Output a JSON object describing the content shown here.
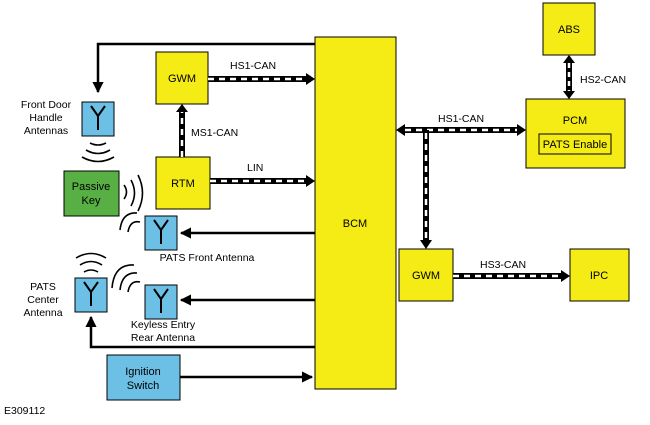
{
  "colors": {
    "module_fill": "#f4ec14",
    "antenna_fill": "#6cc0e6",
    "key_fill": "#58b045",
    "switch_fill": "#6cc0e6",
    "line": "#000000"
  },
  "modules": {
    "bcm": "BCM",
    "gwm_top": "GWM",
    "rtm": "RTM",
    "abs": "ABS",
    "pcm": "PCM",
    "pats_enable": "PATS Enable",
    "gwm_right": "GWM",
    "ipc": "IPC"
  },
  "components": {
    "passive_key": [
      "Passive",
      "Key"
    ],
    "ignition_switch": [
      "Ignition",
      "Switch"
    ]
  },
  "antennas": {
    "front_door": [
      "Front Door",
      "Handle",
      "Antennas"
    ],
    "pats_front": "PATS Front Antenna",
    "pats_center": [
      "PATS",
      "Center",
      "Antenna"
    ],
    "keyless_rear": [
      "Keyless Entry",
      "Rear Antenna"
    ]
  },
  "buses": {
    "hs1_top": "HS1-CAN",
    "ms1": "MS1-CAN",
    "lin": "LIN",
    "hs1_right": "HS1-CAN",
    "hs2": "HS2-CAN",
    "hs3": "HS3-CAN"
  },
  "figure_id": "E309112"
}
